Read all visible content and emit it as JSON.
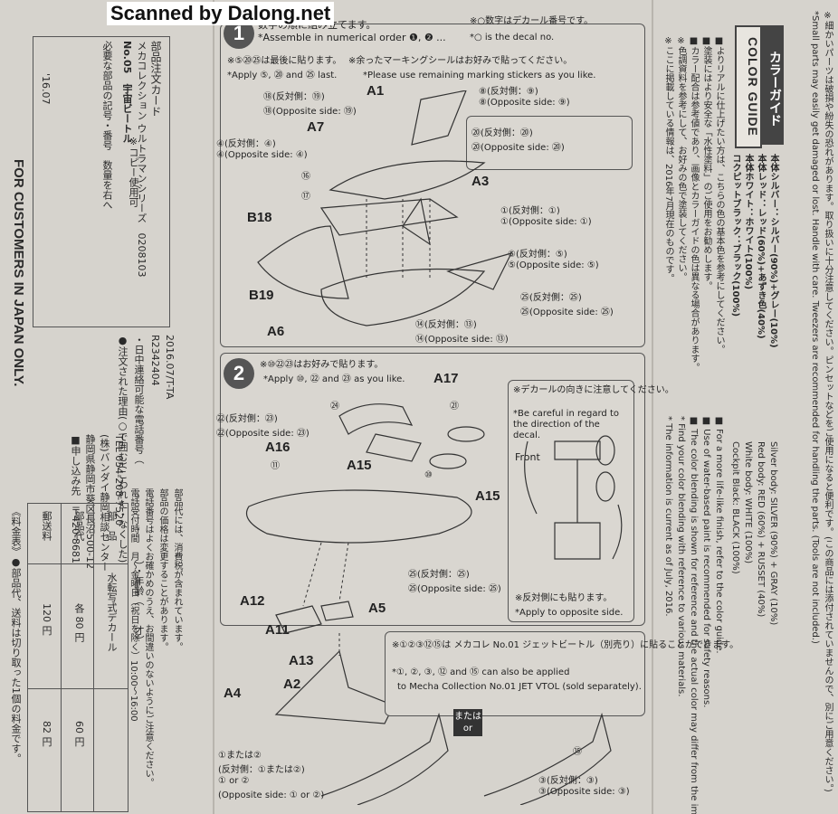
{
  "watermark": "Scanned by Dalong.net",
  "right_panel": {
    "notes_jp": [
      "※細かいパーツは破損や紛失の恐れがあります。取り扱いに十分注意してください。ピンセットなどをご使用になると便利です。(この商品には添付されていませんので、別にご用意ください。)",
      "■よりリアルに仕上げたい方は、こちらの色の基本色を参考にしてください。",
      "■塗装にはより安全な「水性塗料」のご使用をお勧めします。",
      "■カラー配合は参考値であり、画像とカラーガイドの色は異なる場合があります。",
      "※色調資料を参考にして、お好みの色で塗装してください。",
      "※ここに掲載している情報は、2016年7月現在のものです。"
    ],
    "notes_en": [
      "*Small parts may easily get damaged or lost. Handle with care. Tweezers are recommended for handling the parts. (Tools are not included.)",
      "■ For a more life-like finish, refer to the color guide.",
      "■ Use of water-based paint is recommended for safety reasons.",
      "■ The color blending is shown for reference and the actual color may differ from the image.",
      "* Find your color blending with reference to various materials.",
      "* The information is current as of July, 2016."
    ],
    "color_guide_label": "COLOR GUIDE",
    "color_guide_jp_label": "カラーガイド",
    "colors_jp": [
      "本体シルバー：シルバー(90%)+グレー(10%)",
      "本体レッド：レッド(60%)+あずき色(40%)",
      "本体ホワイト：ホワイト(100%)",
      "コクピットブラック：ブラック(100%)"
    ],
    "colors_en": [
      "Silver body: SILVER (90%) + GRAY (10%)",
      "Red body: RED (60%) + RUSSET (40%)",
      "White body: WHITE (100%)",
      "Cockpit Black: BLACK (100%)"
    ]
  },
  "left_panel": {
    "customers": "FOR CUSTOMERS IN JAPAN ONLY.",
    "card_title": "部品注文カード",
    "series": "メカコレクション ウルトラマンシリーズ　0208103",
    "product": "No.05　宇宙ビートル",
    "need": "必要な部品の記号・番号　数量を右へ",
    "reason": "●注文された理由(○で囲む)(こわれた・なくした)",
    "contact": "・日中連絡可能な電話番号（　　　-　　　-　　　）・年齢（　　才）",
    "code1": "R2342404",
    "code2": "2016.07/T-TA",
    "date": "'16.07",
    "copy": "※コピー使用可",
    "fee_title": "《料金表》●部品代、送料は切り取った1個の料金です。",
    "fee_rows": [
      [
        "部　品",
        "水転写式デカール"
      ],
      [
        "部品代",
        "各 80 円",
        "60 円"
      ],
      [
        "郵送料",
        "120 円",
        "82 円"
      ]
    ],
    "address_title": "■申し込み先　〒420-8681",
    "address": "静岡県静岡市葵区長沼500-12",
    "company": "(株)バンダイ静岡相談センター",
    "tel": "TEL 054-208-7520",
    "hours": "電話受付時間　月～金曜日（祝日を除く）10:00～16:00",
    "note1": "電話番号はよくお確かめのうえ、お間違いのないようにご注意ください。",
    "note2": "部品の価格は変更することがあります。",
    "note3": "部品代には、消費税が含まれています。"
  },
  "step1": {
    "number": "1",
    "title_jp": "数字の順に組み立てます。",
    "title_en": "*Assemble in numerical order ❶, ❷ ...",
    "decal_jp": "※○数字はデカール番号です。",
    "decal_en": "*○ is the decal no.",
    "last_jp": "※⑤⑳㉕は最後に貼ります。",
    "last_en": "*Apply ⑤, ⑳ and ㉕ last.",
    "remaining_jp": "※余ったマーキングシールはお好みで貼ってください。",
    "remaining_en": "*Please use remaining marking stickers as you like.",
    "labels": [
      "⑱(反対側：⑲)",
      "⑱(Opposite side: ⑲)",
      "⑧(反対側：⑨)",
      "⑧(Opposite side: ⑨)",
      "⑳(反対側：⑳)",
      "⑳(Opposite side: ⑳)",
      "④(反対側：④)",
      "④(Opposite side: ④)",
      "①(反対側：①)",
      "①(Opposite side: ①)",
      "⑤(反対側：⑤)",
      "⑤(Opposite side: ⑤)",
      "㉕(反対側：㉕)",
      "㉕(Opposite side: ㉕)",
      "⑭(反対側：⑬)",
      "⑭(Opposite side: ⑬)",
      "⑯",
      "⑰"
    ],
    "parts": [
      "A1",
      "A7",
      "A3",
      "B18",
      "B19",
      "A6"
    ]
  },
  "step2": {
    "number": "2",
    "title_jp": "※⑩㉒㉓はお好みで貼ります。",
    "title_en": "*Apply ⑩, ㉒ and ㉓ as you like.",
    "care_jp": "※デカールの向きに注意してください。",
    "care_en": "*Be careful in regard to the direction of the decal.",
    "front": "Front",
    "opp_jp": "※反対側にも貼ります。",
    "opp_en": "*Apply to opposite side.",
    "labels": [
      "㉔",
      "㉒(反対側：㉓)",
      "㉒(Opposite side: ㉓)",
      "⑪",
      "⑩",
      "㉑",
      "㉕(反対側：㉕)",
      "㉕(Opposite side: ㉕)"
    ],
    "parts": [
      "A17",
      "A16",
      "A15",
      "A15",
      "A12",
      "A11",
      "A5",
      "A13",
      "A2",
      "A4"
    ],
    "mecha_jp": "※①②③⑫⑮は メカコレ No.01 ジェットビートル（別売り）に貼ることができます。",
    "mecha_en1": "*①, ②, ③, ⑫ and ⑮ can also be applied",
    "mecha_en2": "to Mecha Collection No.01 JET VTOL (sold separately).",
    "or_jp": "または",
    "or_en": "or",
    "bottom_left": [
      "①または②",
      "(反対側：①または②)",
      "① or ②",
      "(Opposite side: ① or ②)"
    ],
    "bottom_right": [
      "⑮",
      "③(反対側：③)",
      "③(Opposite side: ③)"
    ]
  }
}
